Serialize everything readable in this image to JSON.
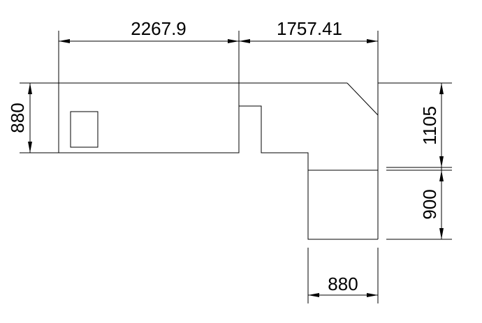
{
  "drawing": {
    "dimensions": {
      "top_left_width": "2267.9",
      "top_right_width": "1757.41",
      "left_height": "880",
      "right_upper_height": "1105",
      "right_lower_height": "900",
      "bottom_width": "880"
    }
  }
}
